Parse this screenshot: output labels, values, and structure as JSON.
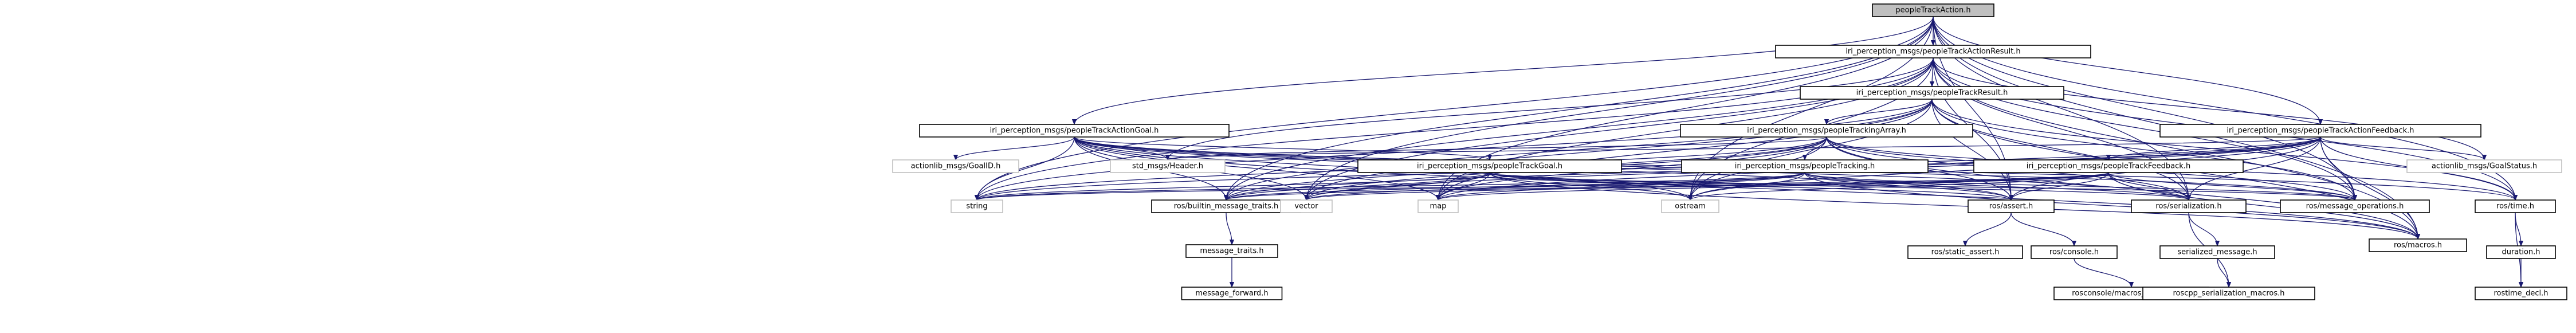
{
  "nodes": [
    {
      "id": "root",
      "label": "peopleTrackAction.h",
      "kind": "root"
    },
    {
      "id": "actionresult",
      "label": "iri_perception_msgs/peopleTrackActionResult.h",
      "kind": "file"
    },
    {
      "id": "trackresult",
      "label": "iri_perception_msgs/peopleTrackResult.h",
      "kind": "file"
    },
    {
      "id": "actiongoal",
      "label": "iri_perception_msgs/peopleTrackActionGoal.h",
      "kind": "file"
    },
    {
      "id": "trackingarray",
      "label": "iri_perception_msgs/peopleTrackingArray.h",
      "kind": "file"
    },
    {
      "id": "actionfeedback",
      "label": "iri_perception_msgs/peopleTrackActionFeedback.h",
      "kind": "file"
    },
    {
      "id": "goalid",
      "label": "actionlib_msgs/GoalID.h",
      "kind": "ext"
    },
    {
      "id": "header",
      "label": "std_msgs/Header.h",
      "kind": "ext"
    },
    {
      "id": "trackgoal",
      "label": "iri_perception_msgs/peopleTrackGoal.h",
      "kind": "file"
    },
    {
      "id": "tracking",
      "label": "iri_perception_msgs/peopleTracking.h",
      "kind": "file"
    },
    {
      "id": "trackfeedback",
      "label": "iri_perception_msgs/peopleTrackFeedback.h",
      "kind": "file"
    },
    {
      "id": "goalstatus",
      "label": "actionlib_msgs/GoalStatus.h",
      "kind": "ext"
    },
    {
      "id": "string",
      "label": "string",
      "kind": "ext"
    },
    {
      "id": "builtin",
      "label": "ros/builtin_message_traits.h",
      "kind": "file"
    },
    {
      "id": "vector",
      "label": "vector",
      "kind": "ext"
    },
    {
      "id": "map",
      "label": "map",
      "kind": "ext"
    },
    {
      "id": "ostream",
      "label": "ostream",
      "kind": "ext"
    },
    {
      "id": "assert",
      "label": "ros/assert.h",
      "kind": "file"
    },
    {
      "id": "serialization",
      "label": "ros/serialization.h",
      "kind": "file"
    },
    {
      "id": "msgops",
      "label": "ros/message_operations.h",
      "kind": "file"
    },
    {
      "id": "macros",
      "label": "ros/macros.h",
      "kind": "file"
    },
    {
      "id": "time",
      "label": "ros/time.h",
      "kind": "file"
    },
    {
      "id": "msgtraits",
      "label": "message_traits.h",
      "kind": "file"
    },
    {
      "id": "staticassert",
      "label": "ros/static_assert.h",
      "kind": "file"
    },
    {
      "id": "console",
      "label": "ros/console.h",
      "kind": "file"
    },
    {
      "id": "serializedmsg",
      "label": "serialized_message.h",
      "kind": "file"
    },
    {
      "id": "duration",
      "label": "duration.h",
      "kind": "file"
    },
    {
      "id": "msgforward",
      "label": "message_forward.h",
      "kind": "file"
    },
    {
      "id": "consolemacros",
      "label": "rosconsole/macros_generated.h",
      "kind": "file"
    },
    {
      "id": "serializationmacros",
      "label": "roscpp_serialization_macros.h",
      "kind": "file"
    },
    {
      "id": "rostimedecl",
      "label": "rostime_decl.h",
      "kind": "file"
    }
  ],
  "edges": [
    [
      "root",
      "actionresult"
    ],
    [
      "root",
      "actiongoal"
    ],
    [
      "root",
      "actionfeedback"
    ],
    [
      "root",
      "string"
    ],
    [
      "root",
      "vector"
    ],
    [
      "root",
      "map"
    ],
    [
      "root",
      "ostream"
    ],
    [
      "root",
      "builtin"
    ],
    [
      "root",
      "msgops"
    ],
    [
      "root",
      "macros"
    ],
    [
      "root",
      "assert"
    ],
    [
      "root",
      "serialization"
    ],
    [
      "root",
      "time"
    ],
    [
      "actionresult",
      "trackresult"
    ],
    [
      "actionresult",
      "header"
    ],
    [
      "actionresult",
      "goalstatus"
    ],
    [
      "actionresult",
      "string"
    ],
    [
      "actionresult",
      "vector"
    ],
    [
      "actionresult",
      "map"
    ],
    [
      "actionresult",
      "builtin"
    ],
    [
      "actionresult",
      "msgops"
    ],
    [
      "actionresult",
      "macros"
    ],
    [
      "actionresult",
      "assert"
    ],
    [
      "actionresult",
      "serialization"
    ],
    [
      "actionresult",
      "time"
    ],
    [
      "actionresult",
      "ostream"
    ],
    [
      "trackresult",
      "trackingarray"
    ],
    [
      "trackresult",
      "string"
    ],
    [
      "trackresult",
      "vector"
    ],
    [
      "trackresult",
      "map"
    ],
    [
      "trackresult",
      "builtin"
    ],
    [
      "trackresult",
      "msgops"
    ],
    [
      "trackresult",
      "macros"
    ],
    [
      "trackresult",
      "assert"
    ],
    [
      "trackresult",
      "serialization"
    ],
    [
      "trackresult",
      "time"
    ],
    [
      "trackresult",
      "ostream"
    ],
    [
      "actiongoal",
      "goalid"
    ],
    [
      "actiongoal",
      "header"
    ],
    [
      "actiongoal",
      "trackgoal"
    ],
    [
      "actiongoal",
      "string"
    ],
    [
      "actiongoal",
      "vector"
    ],
    [
      "actiongoal",
      "map"
    ],
    [
      "actiongoal",
      "builtin"
    ],
    [
      "actiongoal",
      "msgops"
    ],
    [
      "actiongoal",
      "macros"
    ],
    [
      "actiongoal",
      "assert"
    ],
    [
      "actiongoal",
      "serialization"
    ],
    [
      "actiongoal",
      "time"
    ],
    [
      "actiongoal",
      "ostream"
    ],
    [
      "trackingarray",
      "header"
    ],
    [
      "trackingarray",
      "tracking"
    ],
    [
      "trackingarray",
      "string"
    ],
    [
      "trackingarray",
      "vector"
    ],
    [
      "trackingarray",
      "map"
    ],
    [
      "trackingarray",
      "builtin"
    ],
    [
      "trackingarray",
      "msgops"
    ],
    [
      "trackingarray",
      "macros"
    ],
    [
      "trackingarray",
      "assert"
    ],
    [
      "trackingarray",
      "serialization"
    ],
    [
      "trackingarray",
      "time"
    ],
    [
      "trackingarray",
      "ostream"
    ],
    [
      "actionfeedback",
      "header"
    ],
    [
      "actionfeedback",
      "goalstatus"
    ],
    [
      "actionfeedback",
      "trackfeedback"
    ],
    [
      "actionfeedback",
      "string"
    ],
    [
      "actionfeedback",
      "vector"
    ],
    [
      "actionfeedback",
      "map"
    ],
    [
      "actionfeedback",
      "builtin"
    ],
    [
      "actionfeedback",
      "msgops"
    ],
    [
      "actionfeedback",
      "macros"
    ],
    [
      "actionfeedback",
      "assert"
    ],
    [
      "actionfeedback",
      "serialization"
    ],
    [
      "actionfeedback",
      "time"
    ],
    [
      "actionfeedback",
      "ostream"
    ],
    [
      "trackgoal",
      "string"
    ],
    [
      "trackgoal",
      "vector"
    ],
    [
      "trackgoal",
      "map"
    ],
    [
      "trackgoal",
      "builtin"
    ],
    [
      "trackgoal",
      "msgops"
    ],
    [
      "trackgoal",
      "macros"
    ],
    [
      "trackgoal",
      "assert"
    ],
    [
      "trackgoal",
      "serialization"
    ],
    [
      "trackgoal",
      "ostream"
    ],
    [
      "tracking",
      "string"
    ],
    [
      "tracking",
      "vector"
    ],
    [
      "tracking",
      "map"
    ],
    [
      "tracking",
      "builtin"
    ],
    [
      "tracking",
      "msgops"
    ],
    [
      "tracking",
      "macros"
    ],
    [
      "tracking",
      "assert"
    ],
    [
      "tracking",
      "serialization"
    ],
    [
      "tracking",
      "ostream"
    ],
    [
      "trackfeedback",
      "string"
    ],
    [
      "trackfeedback",
      "vector"
    ],
    [
      "trackfeedback",
      "map"
    ],
    [
      "trackfeedback",
      "builtin"
    ],
    [
      "trackfeedback",
      "msgops"
    ],
    [
      "trackfeedback",
      "macros"
    ],
    [
      "trackfeedback",
      "assert"
    ],
    [
      "trackfeedback",
      "serialization"
    ],
    [
      "trackfeedback",
      "ostream"
    ],
    [
      "builtin",
      "msgtraits"
    ],
    [
      "msgtraits",
      "msgforward"
    ],
    [
      "assert",
      "staticassert"
    ],
    [
      "assert",
      "console"
    ],
    [
      "console",
      "consolemacros"
    ],
    [
      "serialization",
      "serializedmsg"
    ],
    [
      "serialization",
      "serializationmacros"
    ],
    [
      "serializedmsg",
      "serializationmacros"
    ],
    [
      "time",
      "duration"
    ],
    [
      "time",
      "rostimedecl"
    ],
    [
      "duration",
      "rostimedecl"
    ]
  ]
}
